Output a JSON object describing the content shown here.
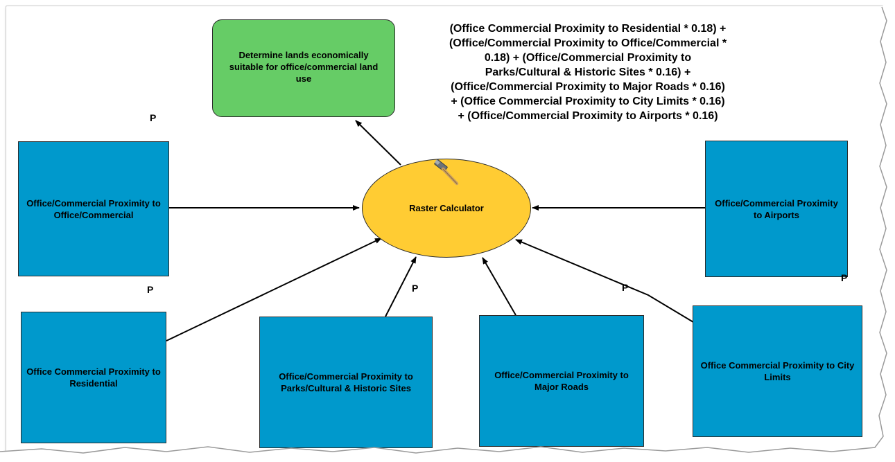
{
  "output_node": {
    "label": "Determine lands economically suitable for office/commercial land use"
  },
  "tool_node": {
    "label": "Raster Calculator",
    "icon": "hammer-icon"
  },
  "expression_lines": [
    "(Office Commercial Proximity to Residential * 0.18) +",
    "(Office/Commercial Proximity to Office/Commercial *",
    "0.18) + (Office/Commercial Proximity to",
    "Parks/Cultural & Historic Sites * 0.16) +",
    "(Office/Commercial Proximity to Major Roads * 0.16)",
    "+ (Office Commercial Proximity to City Limits * 0.16)",
    "+ (Office/Commercial Proximity to Airports * 0.16)"
  ],
  "input_nodes": {
    "office_commercial": "Office/Commercial Proximity to Office/Commercial",
    "residential": "Office Commercial Proximity to Residential",
    "parks": "Office/Commercial Proximity to Parks/Cultural & Historic Sites",
    "major_roads": "Office/Commercial Proximity to Major Roads",
    "city_limits": "Office Commercial Proximity to City Limits",
    "airports": "Office/Commercial Proximity to Airports"
  },
  "parameter_marker": "P",
  "colors": {
    "data_fill": "#0099cc",
    "tool_fill": "#ffcc33",
    "output_fill": "#66cc66",
    "connector": "#000000"
  }
}
